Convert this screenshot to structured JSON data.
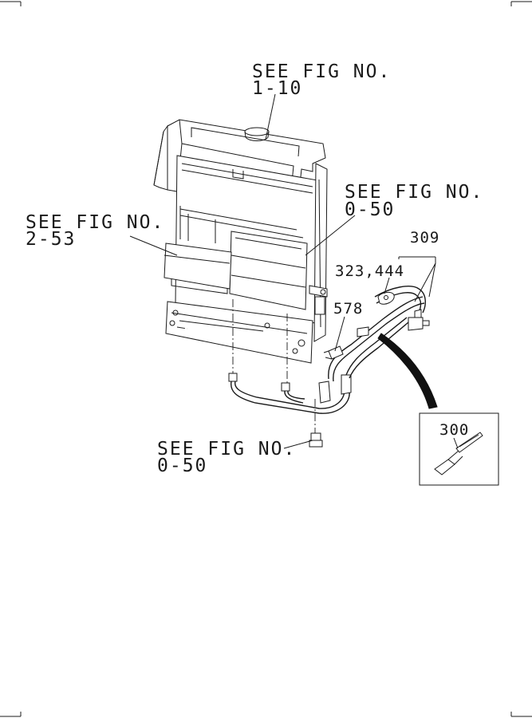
{
  "callouts": {
    "fig_1_10": {
      "line1": "SEE FIG NO.",
      "line2": "1-10"
    },
    "fig_0_50_top": {
      "line1": "SEE FIG NO.",
      "line2": "0-50"
    },
    "fig_2_53": {
      "line1": "SEE FIG NO.",
      "line2": "2-53"
    },
    "fig_0_50_bottom": {
      "line1": "SEE FIG NO.",
      "line2": "0-50"
    }
  },
  "parts": {
    "p309": "309",
    "p323_444": "323,444",
    "p578": "578",
    "p300": "300"
  },
  "colors": {
    "line": "#1a1a1a",
    "background": "#ffffff"
  }
}
